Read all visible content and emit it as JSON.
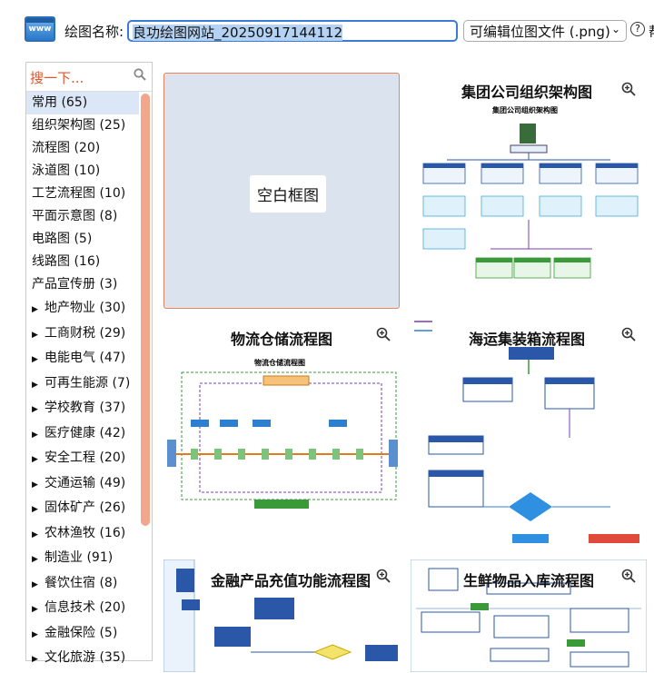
{
  "toolbar": {
    "app_icon_text": "www",
    "name_label": "绘图名称:",
    "file_name": "良功绘图网站_20250917144112",
    "format_selected": "可编辑位图文件 (.png)",
    "help_symbol": "?",
    "edge_text": "​帮"
  },
  "sidebar": {
    "search_placeholder": "搜一下...",
    "categories": [
      {
        "label": "常用 (65)",
        "has_arrow": false
      },
      {
        "label": "组织架构图 (25)",
        "has_arrow": false
      },
      {
        "label": "流程图 (20)",
        "has_arrow": false
      },
      {
        "label": "泳道图 (10)",
        "has_arrow": false
      },
      {
        "label": "工艺流程图 (10)",
        "has_arrow": false
      },
      {
        "label": "平面示意图 (8)",
        "has_arrow": false
      },
      {
        "label": "电路图 (5)",
        "has_arrow": false
      },
      {
        "label": "线路图 (16)",
        "has_arrow": false
      },
      {
        "label": "产品宣传册 (3)",
        "has_arrow": false
      },
      {
        "label": "地产物业 (30)",
        "has_arrow": true
      },
      {
        "label": "工商财税 (29)",
        "has_arrow": true
      },
      {
        "label": "电能电气 (47)",
        "has_arrow": true
      },
      {
        "label": "可再生能源 (7)",
        "has_arrow": true
      },
      {
        "label": "学校教育 (37)",
        "has_arrow": true
      },
      {
        "label": "医疗健康 (42)",
        "has_arrow": true
      },
      {
        "label": "安全工程 (20)",
        "has_arrow": true
      },
      {
        "label": "交通运输 (49)",
        "has_arrow": true
      },
      {
        "label": "固体矿产 (26)",
        "has_arrow": true
      },
      {
        "label": "农林渔牧 (16)",
        "has_arrow": true
      },
      {
        "label": "制造业 (91)",
        "has_arrow": true
      },
      {
        "label": "餐饮住宿 (8)",
        "has_arrow": true
      },
      {
        "label": "信息技术 (20)",
        "has_arrow": true
      },
      {
        "label": "金融保险 (5)",
        "has_arrow": true
      },
      {
        "label": "文化旅游 (35)",
        "has_arrow": true
      }
    ]
  },
  "templates": {
    "blank": "空白框图",
    "items": [
      {
        "title": "集团公司组织架构图",
        "inner_title": "集团公司组织架构图",
        "kind": "org"
      },
      {
        "title": "物流仓储流程图",
        "inner_title": "物流仓储流程图",
        "kind": "logistics"
      },
      {
        "title": "海运集装箱流程图",
        "inner_title": "",
        "kind": "shipping"
      },
      {
        "title": "金融产品充值功能流程图",
        "inner_title": "",
        "kind": "finance"
      },
      {
        "title": "生鲜物品入库流程图",
        "inner_title": "",
        "kind": "fresh"
      }
    ]
  },
  "colors": {
    "accent": "#3a7bd5",
    "search_text": "#e0552b",
    "scroll_thumb": "#f2a78c",
    "blank_border": "#e8845c"
  }
}
